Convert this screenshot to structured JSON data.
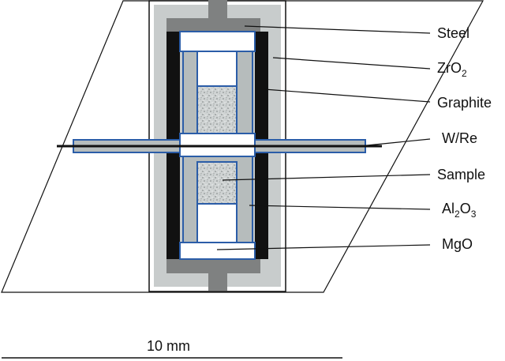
{
  "labels": {
    "steel": "Steel",
    "zro2": {
      "base": "ZrO",
      "sub": "2"
    },
    "graphite": "Graphite",
    "wre": "W/Re",
    "sample": "Sample",
    "al2o3": {
      "part1": "Al",
      "sub1": "2",
      "part2": "O",
      "sub2": "3"
    },
    "mgo": "MgO"
  },
  "scale_bar": {
    "label": "10 mm"
  },
  "colors": {
    "zro2": "#c8cccc",
    "steel": "#7f8181",
    "graphite": "#111111",
    "mgo": "#ffffff",
    "alumina": "#b6bcbc",
    "outline_blue": "#2b5da8",
    "thermocouple_wire": "#111111",
    "sample_speckle": "#9aa0a0"
  }
}
